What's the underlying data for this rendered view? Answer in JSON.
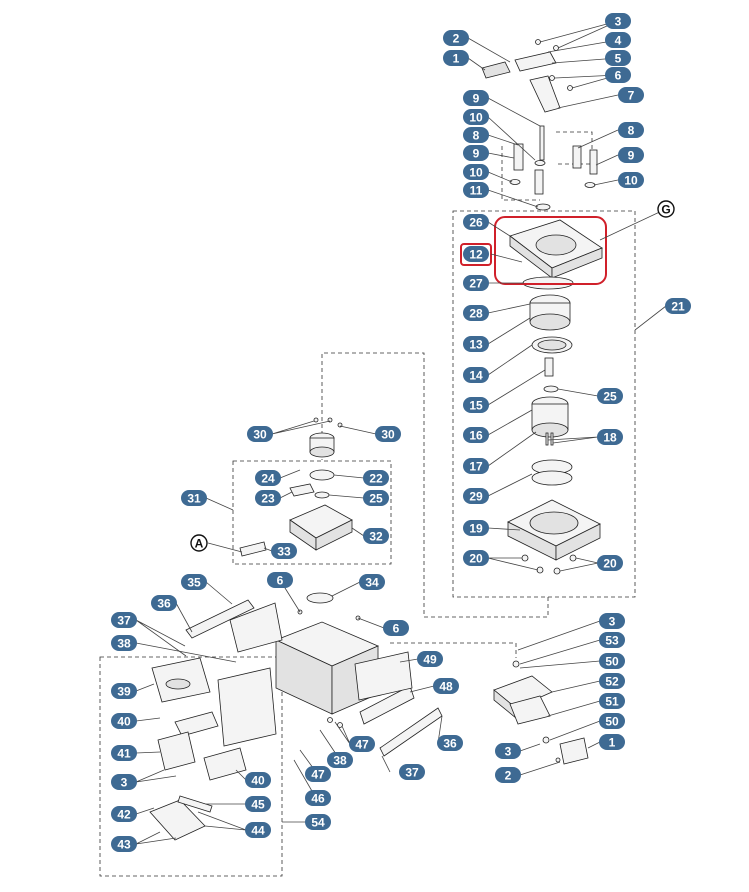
{
  "labels": [
    {
      "id": "l3a",
      "text": "3"
    },
    {
      "id": "l4",
      "text": "4"
    },
    {
      "id": "l5",
      "text": "5"
    },
    {
      "id": "l6a",
      "text": "6"
    },
    {
      "id": "l2a",
      "text": "2"
    },
    {
      "id": "l1a",
      "text": "1"
    },
    {
      "id": "l7",
      "text": "7"
    },
    {
      "id": "l9a",
      "text": "9"
    },
    {
      "id": "l10a",
      "text": "10"
    },
    {
      "id": "l8a",
      "text": "8"
    },
    {
      "id": "l9b",
      "text": "9"
    },
    {
      "id": "l10b",
      "text": "10"
    },
    {
      "id": "l11",
      "text": "11"
    },
    {
      "id": "l8b",
      "text": "8"
    },
    {
      "id": "l9c",
      "text": "9"
    },
    {
      "id": "l10c",
      "text": "10"
    },
    {
      "id": "l26",
      "text": "26"
    },
    {
      "id": "l12",
      "text": "12"
    },
    {
      "id": "l27",
      "text": "27"
    },
    {
      "id": "l21",
      "text": "21"
    },
    {
      "id": "l28",
      "text": "28"
    },
    {
      "id": "l13",
      "text": "13"
    },
    {
      "id": "l14",
      "text": "14"
    },
    {
      "id": "l15",
      "text": "15"
    },
    {
      "id": "l25a",
      "text": "25"
    },
    {
      "id": "l16",
      "text": "16"
    },
    {
      "id": "l18",
      "text": "18"
    },
    {
      "id": "l17",
      "text": "17"
    },
    {
      "id": "l29",
      "text": "29"
    },
    {
      "id": "l19",
      "text": "19"
    },
    {
      "id": "l20a",
      "text": "20"
    },
    {
      "id": "l20b",
      "text": "20"
    },
    {
      "id": "l30a",
      "text": "30"
    },
    {
      "id": "l30b",
      "text": "30"
    },
    {
      "id": "l24",
      "text": "24"
    },
    {
      "id": "l22",
      "text": "22"
    },
    {
      "id": "l23",
      "text": "23"
    },
    {
      "id": "l25b",
      "text": "25"
    },
    {
      "id": "l31",
      "text": "31"
    },
    {
      "id": "l32",
      "text": "32"
    },
    {
      "id": "l33",
      "text": "33"
    },
    {
      "id": "l35",
      "text": "35"
    },
    {
      "id": "l6b",
      "text": "6"
    },
    {
      "id": "l34",
      "text": "34"
    },
    {
      "id": "l36a",
      "text": "36"
    },
    {
      "id": "l37a",
      "text": "37"
    },
    {
      "id": "l6c",
      "text": "6"
    },
    {
      "id": "l38a",
      "text": "38"
    },
    {
      "id": "l39",
      "text": "39"
    },
    {
      "id": "l49",
      "text": "49"
    },
    {
      "id": "l48",
      "text": "48"
    },
    {
      "id": "l40a",
      "text": "40"
    },
    {
      "id": "l41",
      "text": "41"
    },
    {
      "id": "l47a",
      "text": "47"
    },
    {
      "id": "l36b",
      "text": "36"
    },
    {
      "id": "l3b",
      "text": "3"
    },
    {
      "id": "l40b",
      "text": "40"
    },
    {
      "id": "l47b",
      "text": "47"
    },
    {
      "id": "l38b",
      "text": "38"
    },
    {
      "id": "l37b",
      "text": "37"
    },
    {
      "id": "l42",
      "text": "42"
    },
    {
      "id": "l45",
      "text": "45"
    },
    {
      "id": "l46",
      "text": "46"
    },
    {
      "id": "l43",
      "text": "43"
    },
    {
      "id": "l44",
      "text": "44"
    },
    {
      "id": "l54",
      "text": "54"
    },
    {
      "id": "l3c",
      "text": "3"
    },
    {
      "id": "l53",
      "text": "53"
    },
    {
      "id": "l50a",
      "text": "50"
    },
    {
      "id": "l52",
      "text": "52"
    },
    {
      "id": "l51",
      "text": "51"
    },
    {
      "id": "l50b",
      "text": "50"
    },
    {
      "id": "l3d",
      "text": "3"
    },
    {
      "id": "l1b",
      "text": "1"
    },
    {
      "id": "l2b",
      "text": "2"
    }
  ],
  "callouts": {
    "g": "G",
    "a": "A"
  },
  "colors": {
    "label_bg": "#3e6a93",
    "label_text": "#ffffff",
    "highlight": "#d0202a"
  }
}
